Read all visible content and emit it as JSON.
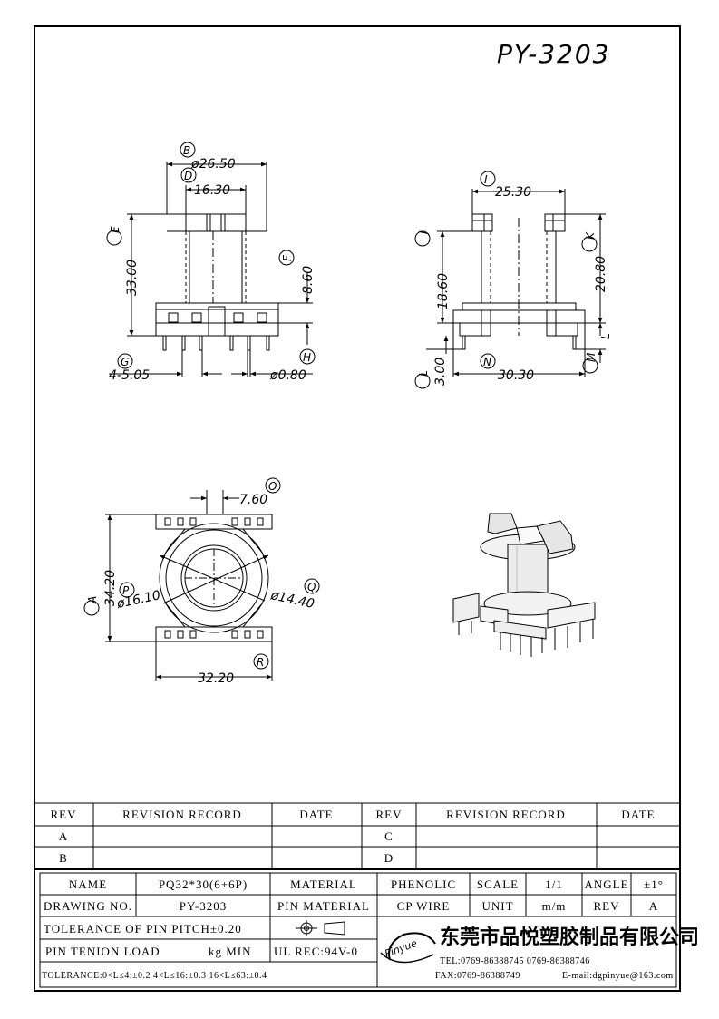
{
  "part_number": "PY-3203",
  "drawings": {
    "front": {
      "label_b": "B",
      "dim_b": "ø26.50",
      "label_d": "D",
      "dim_d": "16.30",
      "label_e": "E",
      "dim_e": "33.00",
      "label_f": "F",
      "dim_f": "8.60",
      "label_g": "G",
      "dim_g": "4-5.05",
      "label_h": "H",
      "dim_h": "ø0.80"
    },
    "side": {
      "label_i": "I",
      "dim_i": "25.30",
      "label_j": "J",
      "dim_j": "18.60",
      "label_k": "K",
      "dim_k": "20.80",
      "label_l": "L",
      "dim_l": "3.00",
      "label_n": "N",
      "dim_n": "30.30",
      "label_m": "M",
      "label_l2": "L"
    },
    "bottom": {
      "label_o": "O",
      "dim_o": "7.60",
      "label_a": "A",
      "dim_a": "34.20",
      "label_p": "P",
      "dim_p": "ø16.10",
      "label_q": "Q",
      "dim_q": "ø14.40",
      "label_r": "R",
      "dim_r": "32.20"
    }
  },
  "revision_table": {
    "headers": [
      "REV",
      "REVISION RECORD",
      "DATE",
      "REV",
      "REVISION RECORD",
      "DATE"
    ],
    "rows": [
      [
        "A",
        "",
        "",
        "C",
        "",
        ""
      ],
      [
        "B",
        "",
        "",
        "D",
        "",
        ""
      ]
    ]
  },
  "title_block": {
    "name_label": "NAME",
    "name_value": "PQ32*30(6+6P)",
    "material_label": "MATERIAL",
    "material_value": "PHENOLIC",
    "scale_label": "SCALE",
    "scale_value": "1/1",
    "angle_label": "ANGLE",
    "angle_value": "±1°",
    "drawing_no_label": "DRAWING NO.",
    "drawing_no_value": "PY-3203",
    "pin_material_label": "PIN MATERIAL",
    "pin_material_value": "CP WIRE",
    "unit_label": "UNIT",
    "unit_value": "m/m",
    "rev_label": "REV",
    "rev_value": "A",
    "tolerance_pitch": "TOLERANCE OF PIN PITCH±0.20",
    "pin_tension": "PIN TENION LOAD",
    "pin_tension_unit": "kg MIN",
    "ul": "UL REC:94V-0",
    "tolerance_range": "TOLERANCE:0<L≤4:±0.2  4<L≤16:±0.3  16<L≤63:±0.4",
    "company_logo": "Pinyue",
    "company_name": "东莞市品悦塑胶制品有限公司",
    "tel": "TEL:0769-86388745   0769-86388746",
    "fax": "FAX:0769-86388749",
    "email": "E-mail:dgpinyue@163.com"
  }
}
